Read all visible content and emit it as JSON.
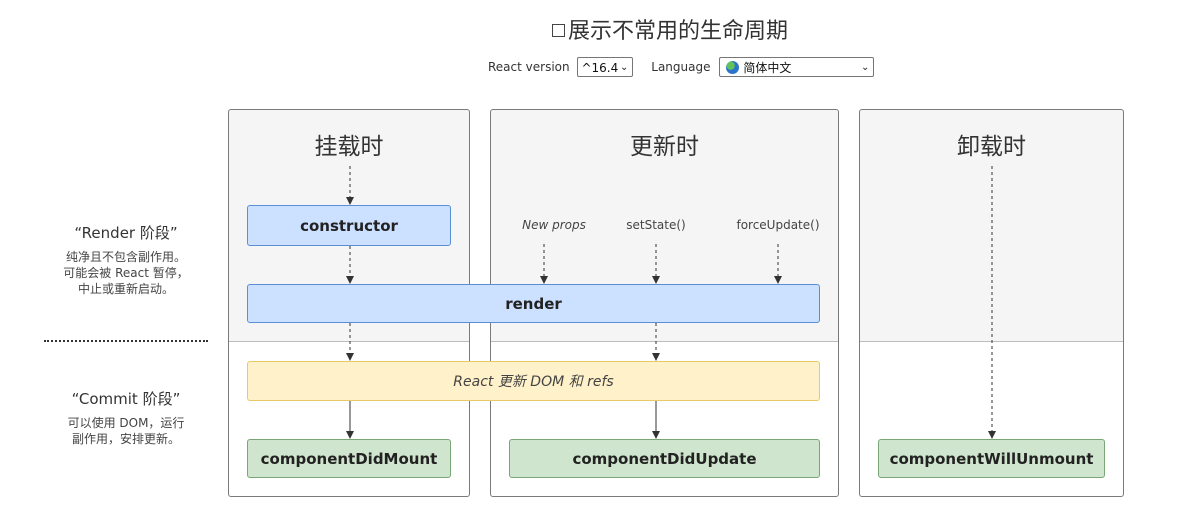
{
  "header": {
    "title": "展示不常用的生命周期",
    "version_label": "React version",
    "version_value": "^16.4",
    "language_label": "Language",
    "language_value": "简体中文"
  },
  "phases": {
    "render_title": "“Render 阶段”",
    "render_desc": [
      "纯净且不包含副作用。",
      "可能会被 React 暂停，",
      "中止或重新启动。"
    ],
    "commit_title": "“Commit 阶段”",
    "commit_desc": [
      "可以使用 DOM，运行",
      "副作用，安排更新。"
    ]
  },
  "columns": {
    "mounting": "挂载时",
    "updating": "更新时",
    "unmounting": "卸载时"
  },
  "triggers": {
    "new_props": "New props",
    "set_state": "setState()",
    "force_update": "forceUpdate()"
  },
  "methods": {
    "constructor": "constructor",
    "render": "render",
    "react_updates_dom": "React 更新 DOM 和 refs",
    "did_mount": "componentDidMount",
    "did_update": "componentDidUpdate",
    "will_unmount": "componentWillUnmount"
  },
  "colors": {
    "render_phase_box": "#cce0ff",
    "commit_box": "#cfe5cd",
    "dom_update_box": "#fff1c9"
  },
  "icons": {
    "checkbox": "unchecked-checkbox-icon",
    "language": "globe-icon",
    "dropdown": "chevron-down-icon"
  }
}
